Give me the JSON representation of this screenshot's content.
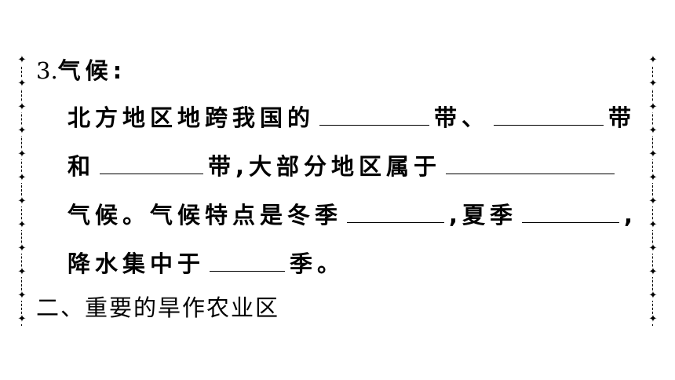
{
  "section3": {
    "number": "3.",
    "heading": "气候:"
  },
  "paragraph": {
    "l1_text": "北方地区地跨我国的",
    "l1_after_blank1": "带、",
    "l1_after_blank2": "带",
    "l2_start": "和",
    "l2_after_blank1": "带,大部分地区属于",
    "l3_text": "气候。气候特点是冬季",
    "l3_after_blank1": ",夏季",
    "l3_end": ",",
    "l4_text": "降水集中于",
    "l4_end": "季。"
  },
  "section2": {
    "heading": "二、重要的旱作农业区"
  },
  "border": {
    "star_glyph": "✦",
    "color": "#000000"
  }
}
